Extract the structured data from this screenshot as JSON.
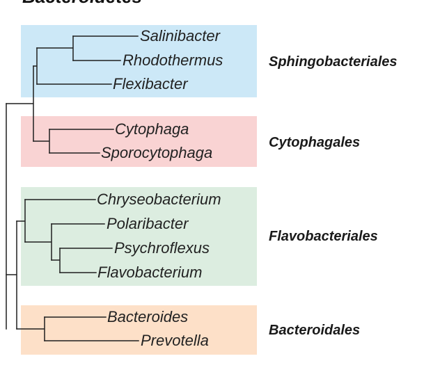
{
  "title": "Bacteroidetes",
  "groups": [
    {
      "name": "Sphingobacteriales",
      "color": "#cce8f7",
      "taxa": [
        "Salinibacter",
        "Rhodothermus",
        "Flexibacter"
      ]
    },
    {
      "name": "Cytophagales",
      "color": "#f9d3d3",
      "taxa": [
        "Cytophaga",
        "Sporocytophaga"
      ]
    },
    {
      "name": "Flavobacteriales",
      "color": "#dcede0",
      "taxa": [
        "Chryseobacterium",
        "Polaribacter",
        "Psychroflexus",
        "Flavobacterium"
      ]
    },
    {
      "name": "Bacteroidales",
      "color": "#fde0c8",
      "taxa": [
        "Bacteroides",
        "Prevotella"
      ]
    }
  ]
}
